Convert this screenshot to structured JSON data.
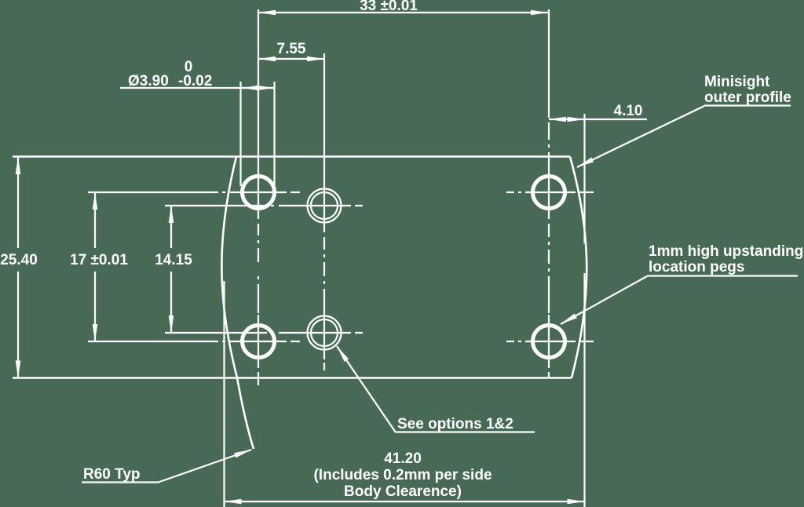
{
  "colors": {
    "background": "#496957",
    "line": "#ffffff"
  },
  "drawing": {
    "dims": {
      "top_width": "33 ±0.01",
      "hole_offset": "7.55",
      "hole_dia": "Ø3.90",
      "hole_dia_tol_upper": "0",
      "hole_dia_tol_lower": "-0.02",
      "edge_to_hole": "4.10",
      "overall_height": "25.40",
      "left_hole_spacing": "17 ±0.01",
      "center_hole_spacing": "14.15",
      "overall_width": "41.20",
      "overall_width_note1": "(Includes 0.2mm per side",
      "overall_width_note2": "Body Clearence)",
      "corner_radius": "R60 Typ"
    },
    "callouts": {
      "profile_line1": "Minisight",
      "profile_line2": "outer profile",
      "pegs_line1": "1mm high upstanding",
      "pegs_line2": "location pegs",
      "options": "See options 1&2"
    }
  }
}
